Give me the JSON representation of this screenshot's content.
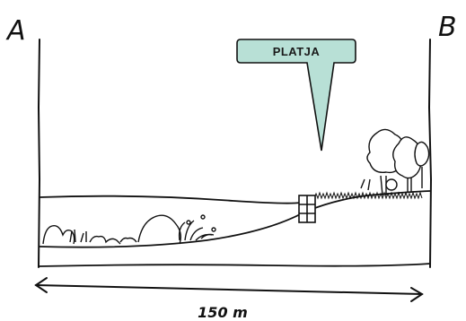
{
  "labels": {
    "point_a": "A",
    "point_b": "B",
    "callout": "PLATJA",
    "distance": "150 m"
  },
  "colors": {
    "callout_fill": "#b8e0d6",
    "ink": "#111111"
  }
}
